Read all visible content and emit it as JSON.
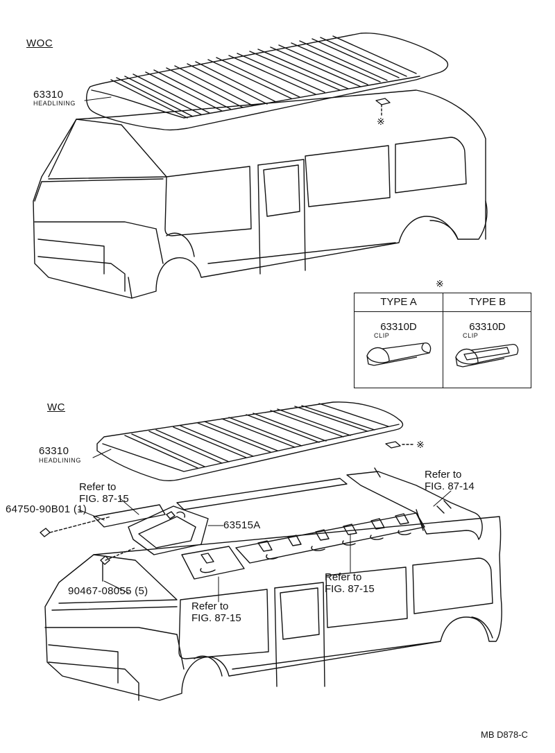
{
  "sections": {
    "woc_label": "WOC",
    "wc_label": "WC"
  },
  "woc": {
    "part_number": "63310",
    "part_name": "HEADLINING",
    "clip_marker": "※"
  },
  "clip_table": {
    "marker": "※",
    "type_a": {
      "header": "TYPE A",
      "part_number": "63310D",
      "part_name": "CLIP"
    },
    "type_b": {
      "header": "TYPE B",
      "part_number": "63310D",
      "part_name": "CLIP"
    }
  },
  "wc": {
    "part_number": "63310",
    "part_name": "HEADLINING",
    "clip_marker": "※",
    "screw_part": "64750-90B01 (1)",
    "bracket_part": "63515A",
    "bolt_part": "90467-08055 (5)",
    "refs": {
      "left_top": "Refer to\nFIG. 87-15",
      "right_top": "Refer to\nFIG. 87-14",
      "center": "Refer to\nFIG. 87-15",
      "bottom": "Refer to\nFIG. 87-15"
    }
  },
  "drawing_code": "MB D878-C"
}
